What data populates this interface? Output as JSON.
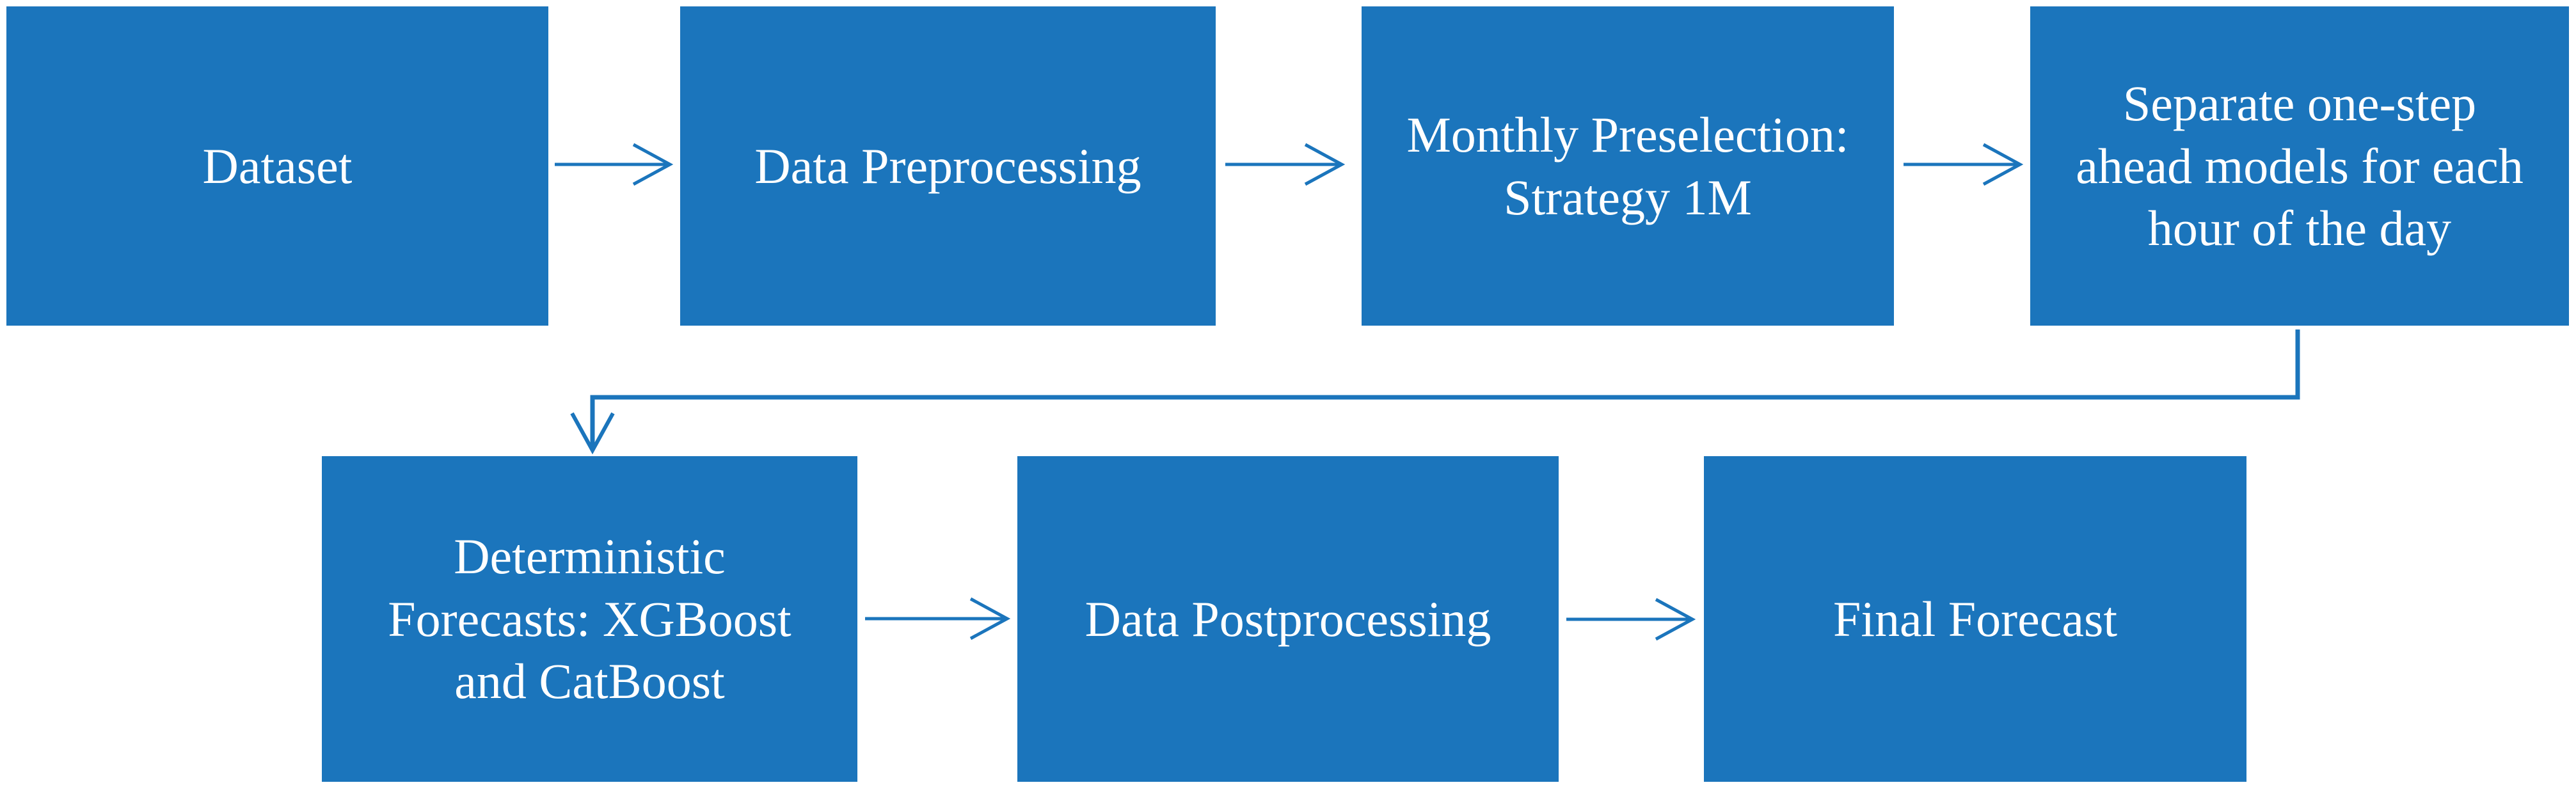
{
  "colors": {
    "box_fill": "#1B75BC",
    "box_text": "#FFFFFF",
    "connector": "#1B75BC",
    "background": "#FFFFFF"
  },
  "boxes": [
    {
      "id": "dataset",
      "label": "Dataset"
    },
    {
      "id": "data-preprocessing",
      "label": "Data Preprocessing"
    },
    {
      "id": "monthly-preselection",
      "label": "Monthly Preselection:\nStrategy 1M"
    },
    {
      "id": "separate-models",
      "label": "Separate one-step\nahead models for each\nhour of the day"
    },
    {
      "id": "deterministic-forecasts",
      "label": "Deterministic\nForecasts: XGBoost\nand CatBoost"
    },
    {
      "id": "data-postprocessing",
      "label": "Data Postprocessing"
    },
    {
      "id": "final-forecast",
      "label": "Final Forecast"
    }
  ],
  "connectors": [
    {
      "from": "dataset",
      "to": "data-preprocessing",
      "type": "straight-arrow"
    },
    {
      "from": "data-preprocessing",
      "to": "monthly-preselection",
      "type": "straight-arrow"
    },
    {
      "from": "monthly-preselection",
      "to": "separate-models",
      "type": "straight-arrow"
    },
    {
      "from": "separate-models",
      "to": "deterministic-forecasts",
      "type": "elbow-arrow"
    },
    {
      "from": "deterministic-forecasts",
      "to": "data-postprocessing",
      "type": "straight-arrow"
    },
    {
      "from": "data-postprocessing",
      "to": "final-forecast",
      "type": "straight-arrow"
    }
  ]
}
